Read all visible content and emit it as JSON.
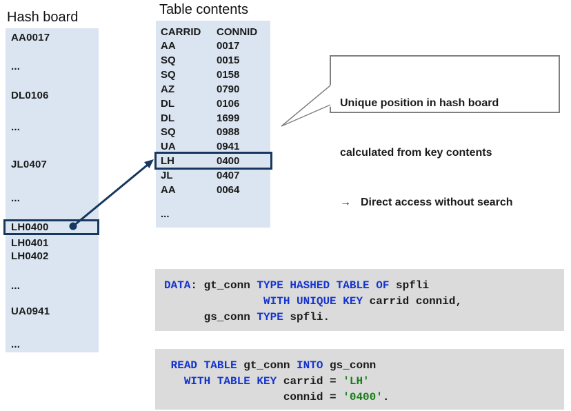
{
  "colors": {
    "panel_blue": "#dbe5f1",
    "accent_navy": "#17375e",
    "code_background_gray": "#dbdbdb",
    "keyword_blue": "#1433cc",
    "literal_green": "#177d17",
    "callout_border_gray": "#7f7f7f"
  },
  "hash_board": {
    "title": "Hash board",
    "entries": [
      "AA0017",
      "...",
      "DL0106",
      "...",
      "JL0407",
      "...",
      "LH0400",
      "LH0401",
      "LH0402",
      "...",
      "UA0941",
      "..."
    ],
    "highlighted_entry": "LH0400"
  },
  "table_contents": {
    "title": "Table contents",
    "columns": [
      "CARRID",
      "CONNID"
    ],
    "rows": [
      [
        "AA",
        "0017"
      ],
      [
        "SQ",
        "0015"
      ],
      [
        "SQ",
        "0158"
      ],
      [
        "AZ",
        "0790"
      ],
      [
        "DL",
        "0106"
      ],
      [
        "DL",
        "1699"
      ],
      [
        "SQ",
        "0988"
      ],
      [
        "UA",
        "0941"
      ],
      [
        "LH",
        "0400"
      ],
      [
        "JL",
        "0407"
      ],
      [
        "AA",
        "0064"
      ],
      [
        "...",
        ""
      ]
    ],
    "highlighted_row": [
      "LH",
      "0400"
    ]
  },
  "callout": {
    "line1": "Unique position in hash board",
    "line2": "calculated from key contents",
    "arrow_glyph": "→",
    "line3": "Direct access without search"
  },
  "code_declaration": {
    "lines": [
      [
        {
          "t": "DATA",
          "c": "k"
        },
        {
          "t": ": gt_conn ",
          "c": "d"
        },
        {
          "t": "TYPE HASHED TABLE OF",
          "c": "k"
        },
        {
          "t": " spfli",
          "c": "d"
        }
      ],
      [
        {
          "t": "               ",
          "c": "d"
        },
        {
          "t": "WITH UNIQUE KEY",
          "c": "k"
        },
        {
          "t": " carrid connid,",
          "c": "d"
        }
      ],
      [
        {
          "t": "      gs_conn ",
          "c": "d"
        },
        {
          "t": "TYPE",
          "c": "k"
        },
        {
          "t": " spfli.",
          "c": "d"
        }
      ]
    ]
  },
  "code_read": {
    "lines": [
      [
        {
          "t": " ",
          "c": "d"
        },
        {
          "t": "READ TABLE",
          "c": "k"
        },
        {
          "t": " gt_conn ",
          "c": "d"
        },
        {
          "t": "INTO",
          "c": "k"
        },
        {
          "t": " gs_conn",
          "c": "d"
        }
      ],
      [
        {
          "t": "   ",
          "c": "d"
        },
        {
          "t": "WITH TABLE KEY",
          "c": "k"
        },
        {
          "t": " carrid = ",
          "c": "d"
        },
        {
          "t": "'LH'",
          "c": "s"
        }
      ],
      [
        {
          "t": "                  connid = ",
          "c": "d"
        },
        {
          "t": "'0400'",
          "c": "s"
        },
        {
          "t": ".",
          "c": "d"
        }
      ]
    ]
  }
}
